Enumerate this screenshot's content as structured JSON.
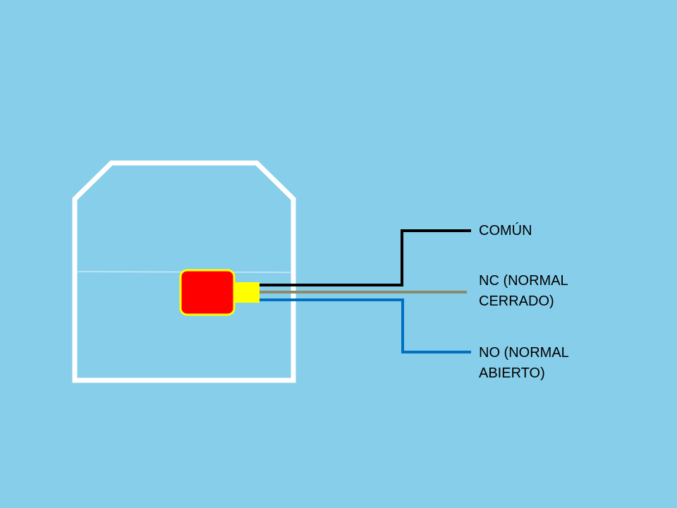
{
  "diagram": {
    "colors": {
      "background": "#87CEEB",
      "tank_outline": "#FFFFFF",
      "float_body": "#FF0000",
      "float_border": "#FFFF00",
      "connector": "#FFFF00",
      "wire_common": "#000000",
      "wire_nc": "#8B8B6A",
      "wire_no": "#0070C0"
    },
    "labels": {
      "common": {
        "line1": "COMÚN"
      },
      "nc": {
        "line1": "NC (NORMAL",
        "line2": "CERRADO)"
      },
      "no": {
        "line1": "NO (NORMAL",
        "line2": "ABIERTO)"
      }
    }
  }
}
